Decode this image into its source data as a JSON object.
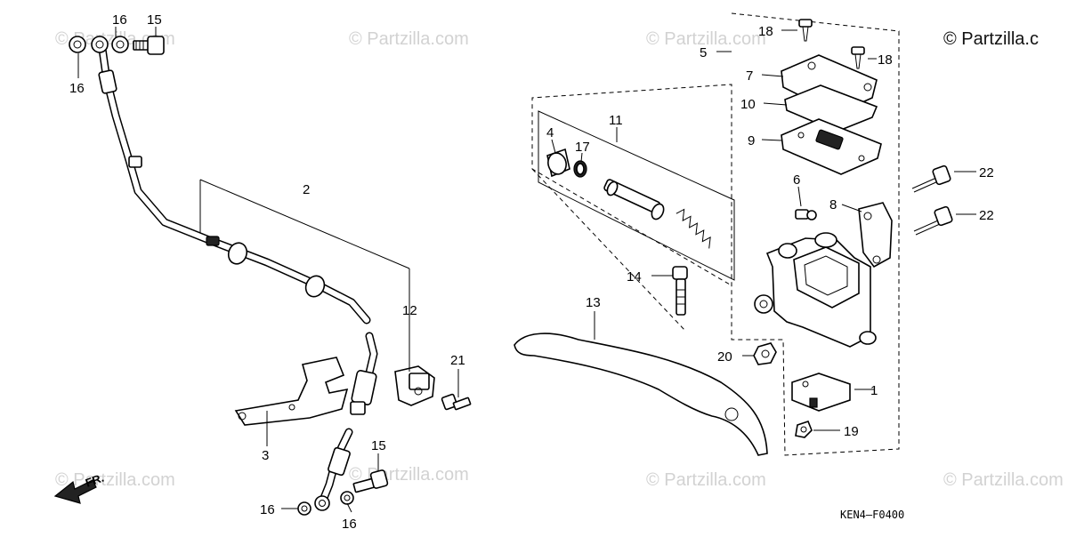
{
  "watermarks": {
    "text": "© Partzilla.com",
    "corner_text": "© Partzilla.c"
  },
  "diagram_code": "KEN4–F0400",
  "direction_label": "FR.",
  "callouts": {
    "p1": "1",
    "p2": "2",
    "p3": "3",
    "p4": "4",
    "p5": "5",
    "p6": "6",
    "p7": "7",
    "p8": "8",
    "p9": "9",
    "p10": "10",
    "p11": "11",
    "p12": "12",
    "p13": "13",
    "p14": "14",
    "p15a": "15",
    "p15b": "15",
    "p16a": "16",
    "p16b": "16",
    "p16c": "16",
    "p16d": "16",
    "p17": "17",
    "p18a": "18",
    "p18b": "18",
    "p19": "19",
    "p20": "20",
    "p21": "21",
    "p22a": "22",
    "p22b": "22"
  }
}
